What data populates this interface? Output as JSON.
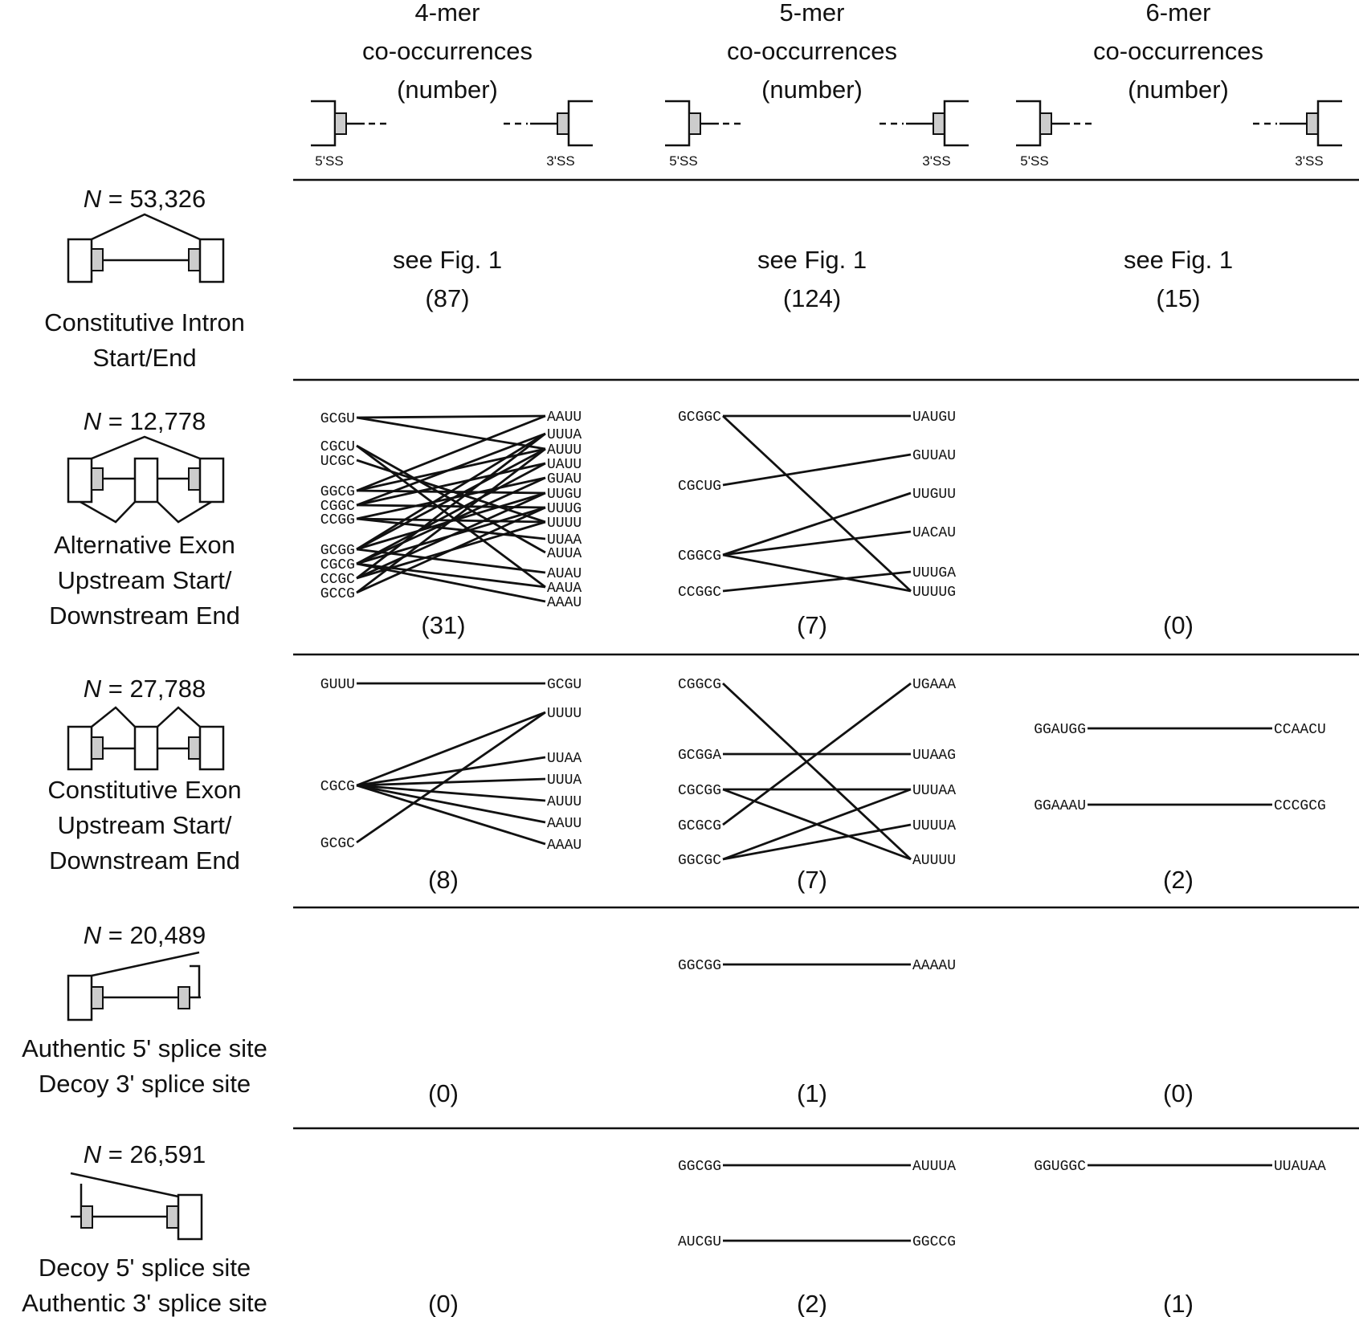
{
  "columns": [
    {
      "kmer": "4-mer",
      "line2": "co-occurrences",
      "line3": "(number)",
      "left_label": "5'SS",
      "right_label": "3'SS"
    },
    {
      "kmer": "5-mer",
      "line2": "co-occurrences",
      "line3": "(number)",
      "left_label": "5'SS",
      "right_label": "3'SS"
    },
    {
      "kmer": "6-mer",
      "line2": "co-occurrences",
      "line3": "(number)",
      "left_label": "5'SS",
      "right_label": "3'SS"
    }
  ],
  "rows": [
    {
      "n_label": "N",
      "n_value": " = 53,326",
      "label_lines": [
        "Constitutive Intron",
        "Start/End"
      ],
      "cells": [
        {
          "ref": "see Fig. 1",
          "count": "(87)"
        },
        {
          "ref": "see Fig. 1",
          "count": "(124)"
        },
        {
          "ref": "see Fig. 1",
          "count": "(15)"
        }
      ]
    },
    {
      "n_label": "N",
      "n_value": " = 12,778",
      "label_lines": [
        "Alternative Exon",
        "Upstream Start/",
        "Downstream End"
      ],
      "cells": [
        {
          "count": "(31)",
          "left": [
            "GCGU",
            "CGCU",
            "UCGC",
            "GGCG",
            "CGGC",
            "CCGG",
            "GCGG",
            "CGCG",
            "CCGC",
            "GCCG"
          ],
          "right": [
            "AAUU",
            "UUUA",
            "AUUU",
            "UAUU",
            "GUAU",
            "UUGU",
            "UUUG",
            "UUUU",
            "UUAA",
            "AUUA",
            "AUAU",
            "AAUA",
            "AAAU"
          ],
          "links": [
            [
              0,
              0
            ],
            [
              0,
              2
            ],
            [
              1,
              9
            ],
            [
              1,
              11
            ],
            [
              2,
              7
            ],
            [
              3,
              0
            ],
            [
              3,
              5
            ],
            [
              3,
              2
            ],
            [
              4,
              1
            ],
            [
              4,
              6
            ],
            [
              4,
              3
            ],
            [
              5,
              8
            ],
            [
              5,
              4
            ],
            [
              5,
              7
            ],
            [
              6,
              2
            ],
            [
              6,
              5
            ],
            [
              6,
              1
            ],
            [
              6,
              10
            ],
            [
              7,
              3
            ],
            [
              7,
              6
            ],
            [
              7,
              4
            ],
            [
              7,
              12
            ],
            [
              7,
              11
            ],
            [
              8,
              7
            ],
            [
              8,
              5
            ],
            [
              8,
              1
            ],
            [
              9,
              2
            ],
            [
              9,
              6
            ]
          ]
        },
        {
          "count": "(7)",
          "left": [
            "GCGGC",
            "CGCUG",
            "CGGCG",
            "CCGGC"
          ],
          "right": [
            "UAUGU",
            "GUUAU",
            "UUGUU",
            "UACAU",
            "UUUGA",
            "UUUUG"
          ],
          "links": [
            [
              0,
              0
            ],
            [
              0,
              5
            ],
            [
              1,
              1
            ],
            [
              2,
              2
            ],
            [
              2,
              3
            ],
            [
              2,
              5
            ],
            [
              3,
              4
            ]
          ]
        },
        {
          "count": "(0)",
          "left": [],
          "right": [],
          "links": []
        }
      ]
    },
    {
      "n_label": "N",
      "n_value": " = 27,788",
      "label_lines": [
        "Constitutive Exon",
        "Upstream Start/",
        "Downstream End"
      ],
      "cells": [
        {
          "count": "(8)",
          "left": [
            "GUUU",
            "CGCG",
            "GCGC"
          ],
          "right": [
            "GCGU",
            "UUUU",
            "UUAA",
            "UUUA",
            "AUUU",
            "AAUU",
            "AAAU"
          ],
          "links": [
            [
              0,
              0
            ],
            [
              1,
              1
            ],
            [
              1,
              2
            ],
            [
              1,
              3
            ],
            [
              1,
              4
            ],
            [
              1,
              5
            ],
            [
              1,
              6
            ],
            [
              2,
              1
            ]
          ]
        },
        {
          "count": "(7)",
          "left": [
            "CGGCG",
            "GCGGA",
            "CGCGG",
            "GCGCG",
            "GGCGC"
          ],
          "right": [
            "UGAAA",
            "UUAAG",
            "UUUAA",
            "UUUUA",
            "AUUUU"
          ],
          "links": [
            [
              0,
              4
            ],
            [
              1,
              1
            ],
            [
              2,
              2
            ],
            [
              2,
              4
            ],
            [
              3,
              0
            ],
            [
              4,
              2
            ],
            [
              4,
              3
            ]
          ]
        },
        {
          "count": "(2)",
          "left": [
            "GGAUGG",
            "GGAAAU"
          ],
          "right": [
            "CCAACU",
            "CCCGCG"
          ],
          "links": [
            [
              0,
              0
            ],
            [
              1,
              1
            ]
          ]
        }
      ]
    },
    {
      "n_label": "N",
      "n_value": " = 20,489",
      "label_lines": [
        "Authentic 5' splice site",
        "Decoy 3' splice site"
      ],
      "cells": [
        {
          "count": "(0)",
          "left": [],
          "right": [],
          "links": []
        },
        {
          "count": "(1)",
          "left": [
            "GGCGG"
          ],
          "right": [
            "AAAAU"
          ],
          "links": [
            [
              0,
              0
            ]
          ]
        },
        {
          "count": "(0)",
          "left": [],
          "right": [],
          "links": []
        }
      ]
    },
    {
      "n_label": "N",
      "n_value": " = 26,591",
      "label_lines": [
        "Decoy 5' splice site",
        "Authentic 3' splice site"
      ],
      "cells": [
        {
          "count": "(0)",
          "left": [],
          "right": [],
          "links": []
        },
        {
          "count": "(2)",
          "left": [
            "GGCGG",
            "AUCGU"
          ],
          "right": [
            "AUUUA",
            "GGCCG"
          ],
          "links": [
            [
              0,
              0
            ],
            [
              1,
              1
            ]
          ]
        },
        {
          "count": "(1)",
          "left": [
            "GGUGGC"
          ],
          "right": [
            "UUAUAA"
          ],
          "links": [
            [
              0,
              0
            ]
          ]
        }
      ]
    }
  ]
}
